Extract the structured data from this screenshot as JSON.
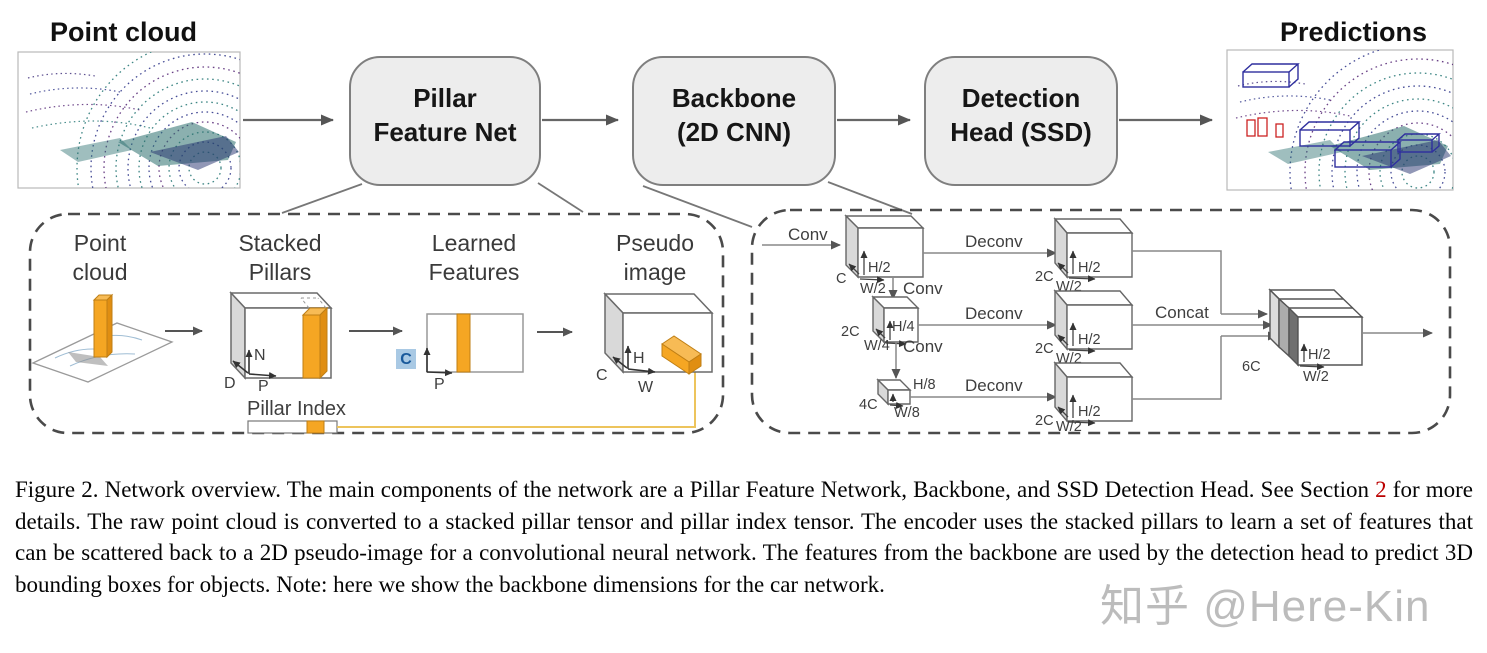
{
  "colors": {
    "box_fill": "#EDEDED",
    "box_border": "#7F7F7F",
    "orange": "#F5A623",
    "orange_dark": "#E08E12",
    "orange_light": "#F7BB55",
    "gray_face": "#D9D9D9",
    "line_gray": "#666666",
    "c_highlight_bg": "#A9C9E4",
    "c_highlight_text": "#19599B",
    "yellow_wire": "#EDC45C",
    "link_red": "#BB0000"
  },
  "flow": {
    "point_cloud_title": "Point cloud",
    "predictions_title": "Predictions",
    "boxes": [
      {
        "line1": "Pillar",
        "line2": "Feature Net"
      },
      {
        "line1": "Backbone",
        "line2": "(2D CNN)"
      },
      {
        "line1": "Detection",
        "line2": "Head (SSD)"
      }
    ]
  },
  "pillar_net": {
    "stages": [
      {
        "line1": "Point",
        "line2": "cloud"
      },
      {
        "line1": "Stacked",
        "line2": "Pillars"
      },
      {
        "line1": "Learned",
        "line2": "Features"
      },
      {
        "line1": "Pseudo",
        "line2": "image"
      }
    ],
    "pillar_index_label": "Pillar Index",
    "axes": {
      "d": "D",
      "n": "N",
      "p": "P",
      "c": "C",
      "h": "H",
      "w": "W"
    }
  },
  "backbone": {
    "conv": "Conv",
    "deconv": "Deconv",
    "concat": "Concat",
    "dims": {
      "c": "C",
      "h2": "H/2",
      "w2": "W/2",
      "c2": "2C",
      "h4": "H/4",
      "w4": "W/4",
      "c4": "4C",
      "h8": "H/8",
      "w8": "W/8",
      "c6": "6C"
    }
  },
  "caption": {
    "text_before_link": "Figure 2. Network overview. The main components of the network are a Pillar Feature Network, Backbone, and SSD Detection Head. See Section ",
    "link": "2",
    "text_after_link": " for more details. The raw point cloud is converted to a stacked pillar tensor and pillar index tensor. The encoder uses the stacked pillars to learn a set of features that can be scattered back to a 2D pseudo-image for a convolutional neural network. The features from the backbone are used by the detection head to predict 3D bounding boxes for objects. Note: here we show the backbone dimensions for the car network."
  },
  "watermark": "知乎 @Here-Kin"
}
